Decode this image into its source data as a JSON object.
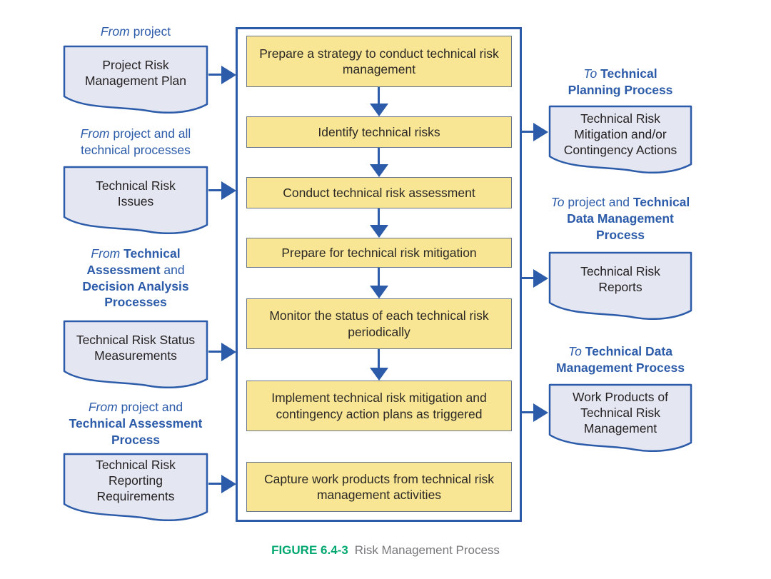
{
  "figure": {
    "caption_label": "FIGURE 6.4-3",
    "caption_text": "Risk Management Process"
  },
  "colors": {
    "diagram_blue": "#2b5ba9",
    "document_fill": "#e4e7f2",
    "process_fill": "#f9e695",
    "process_border": "#66758a",
    "caption_green": "#00a870",
    "caption_gray": "#77787b",
    "text_dark": "#231f20"
  },
  "icons": {
    "arrow_right": "right-arrow-icon (solid blue triangle)",
    "arrow_down": "down-arrow-icon (solid blue triangle)"
  },
  "inputs": [
    {
      "label_parts": [
        {
          "text": "From",
          "style": "italic"
        },
        {
          "text": " project",
          "style": "normal"
        }
      ],
      "box": "Project Risk Management Plan"
    },
    {
      "label_parts": [
        {
          "text": "From",
          "style": "italic"
        },
        {
          "text": " project and all technical processes",
          "style": "normal"
        }
      ],
      "box": "Technical Risk Issues"
    },
    {
      "label_parts": [
        {
          "text": "From",
          "style": "italic"
        },
        {
          "text": " ",
          "style": "normal"
        },
        {
          "text": "Technical Assessment",
          "style": "bold"
        },
        {
          "text": " and ",
          "style": "normal"
        },
        {
          "text": "Decision Analysis Processes",
          "style": "bold"
        }
      ],
      "box": "Technical Risk Status Measurements"
    },
    {
      "label_parts": [
        {
          "text": "From",
          "style": "italic"
        },
        {
          "text": " project and ",
          "style": "normal"
        },
        {
          "text": "Technical Assessment Process",
          "style": "bold"
        }
      ],
      "box": "Technical Risk Reporting Requirements"
    }
  ],
  "process": {
    "steps": [
      "Prepare a strategy to conduct technical risk management",
      "Identify technical risks",
      "Conduct technical risk assessment",
      "Prepare for technical risk mitigation",
      "Monitor the status of each technical risk periodically",
      "Implement technical risk mitigation and contingency action plans as triggered",
      "Capture work products from technical risk management activities"
    ]
  },
  "outputs": [
    {
      "label_parts": [
        {
          "text": "To",
          "style": "italic"
        },
        {
          "text": " ",
          "style": "normal"
        },
        {
          "text": "Technical Planning Process",
          "style": "bold"
        }
      ],
      "box": "Technical Risk Mitigation and/or Contingency Actions"
    },
    {
      "label_parts": [
        {
          "text": "To",
          "style": "italic"
        },
        {
          "text": " project and ",
          "style": "normal"
        },
        {
          "text": "Technical Data Management Process",
          "style": "bold"
        }
      ],
      "box": "Technical Risk Reports"
    },
    {
      "label_parts": [
        {
          "text": "To",
          "style": "italic"
        },
        {
          "text": " ",
          "style": "normal"
        },
        {
          "text": "Technical Data Management Process",
          "style": "bold"
        }
      ],
      "box": "Work Products of Technical Risk Management"
    }
  ]
}
